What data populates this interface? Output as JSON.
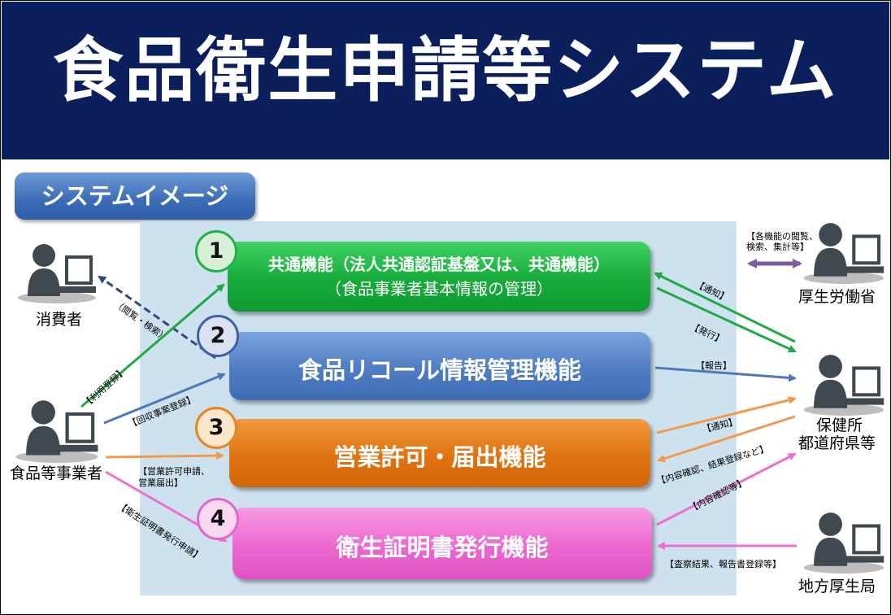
{
  "header": {
    "title": "食品衛生申請等システム",
    "color": "#0b1f5c"
  },
  "badge": {
    "label": "システムイメージ"
  },
  "functions": [
    {
      "number": "1",
      "label": "共通機能（法人共通認証基盤又は、共通機能）",
      "sublabel": "（食品事業者基本情報の管理）",
      "color": "#17ac3a"
    },
    {
      "number": "2",
      "label": "食品リコール情報管理機能",
      "color": "#4f7cc2"
    },
    {
      "number": "3",
      "label": "営業許可・届出機能",
      "color": "#e07311"
    },
    {
      "number": "4",
      "label": "衛生証明書発行機能",
      "color": "#ec68cf"
    }
  ],
  "actors": {
    "consumer": "消費者",
    "business": "食品等事業者",
    "mhlw": "厚生労働省",
    "health_center": "保健所",
    "prefecture": "都道府県等",
    "regional": "地方厚生局"
  },
  "flows": {
    "browse": "（閲覧・検索）",
    "register_use": "【利用登録】",
    "recall_register": "【回収事案登録】",
    "permit_apply_1": "【営業許可申請、",
    "permit_apply_2": "営業届出】",
    "cert_apply": "【衛生証明書発行申請】",
    "mhlw_note_1": "【各機能の閲覧、",
    "mhlw_note_2": "検索、集計等】",
    "notify_1": "【通知】",
    "issue": "【発行】",
    "report": "【報告】",
    "notify_3": "【通知】",
    "confirm_result": "【内容確認、結果登録など】",
    "confirm_4": "【内容確認等】",
    "inspection": "【査察結果、報告書登録等】"
  }
}
